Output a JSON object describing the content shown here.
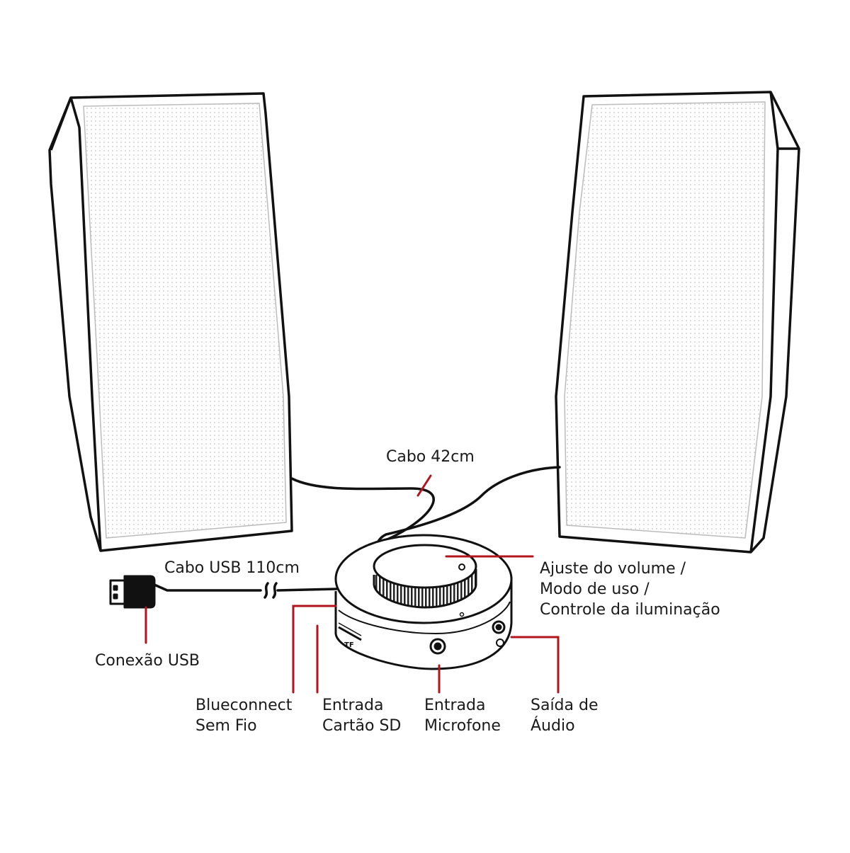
{
  "colors": {
    "stroke": "#111111",
    "leader": "#b3141b",
    "grille": "#dcdcdc"
  },
  "labels": {
    "cabo42": "Cabo 42cm",
    "cabo_usb": "Cabo USB 110cm",
    "volume": [
      "Ajuste do volume /",
      "Modo de uso /",
      "Controle da iluminação"
    ],
    "conexao_usb": "Conexão USB",
    "blueconnect": [
      "Blueconnect",
      "Sem Fio"
    ],
    "entrada_sd": [
      "Entrada",
      "Cartão SD"
    ],
    "entrada_mic": [
      "Entrada",
      "Microfone"
    ],
    "saida_audio": [
      "Saída de",
      "Áudio"
    ],
    "tf_mark": "TF"
  }
}
